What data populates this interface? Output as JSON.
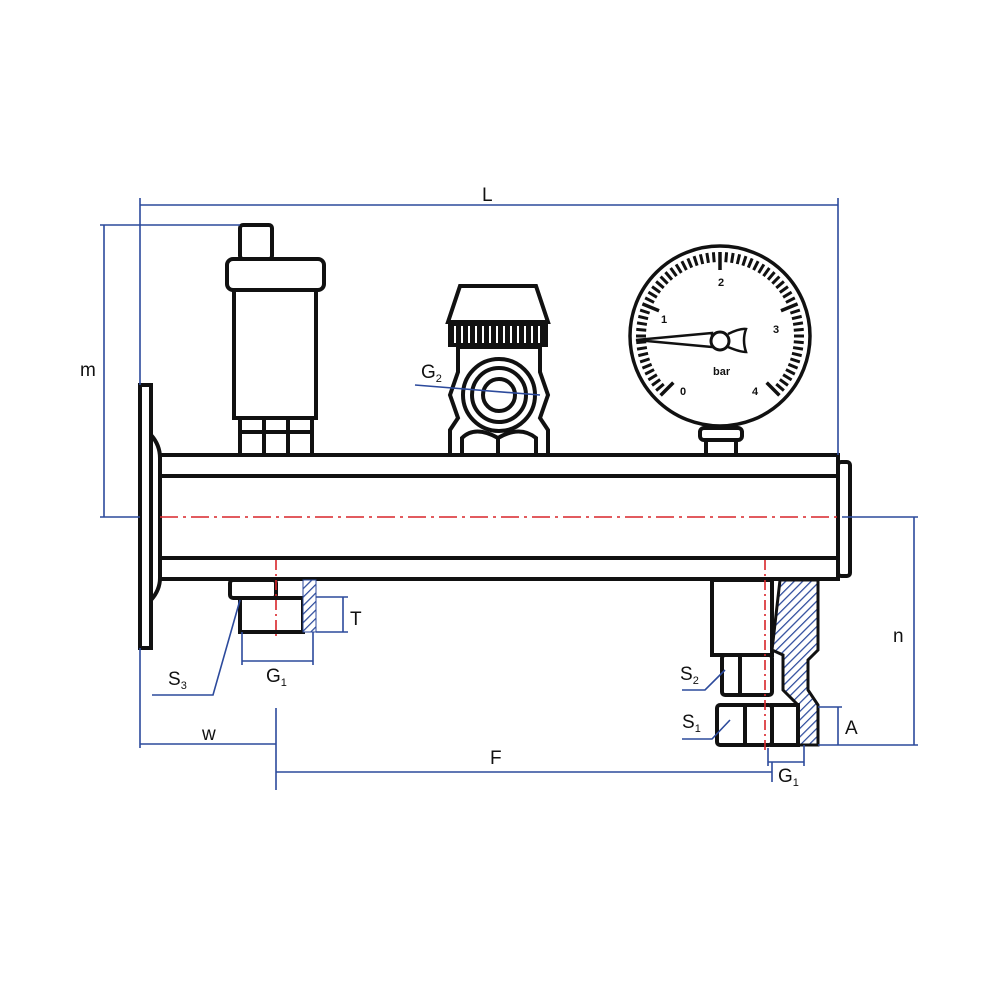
{
  "colors": {
    "outline": "#111111",
    "dimension": "#2c4a9c",
    "centerline": "#d9252a"
  },
  "dimensions": {
    "L": "L",
    "m": "m",
    "n": "n",
    "w": "w",
    "F": "F",
    "T": "T",
    "A": "A",
    "G1_left": {
      "letter": "G",
      "sub": "1"
    },
    "G1_right": {
      "letter": "G",
      "sub": "1"
    },
    "G2": {
      "letter": "G",
      "sub": "2"
    },
    "S1": {
      "letter": "S",
      "sub": "1"
    },
    "S2": {
      "letter": "S",
      "sub": "2"
    },
    "S3": {
      "letter": "S",
      "sub": "3"
    }
  },
  "gauge": {
    "scale": [
      "0",
      "1",
      "2",
      "3",
      "4"
    ],
    "unit": "bar",
    "pointer_value": 0.9,
    "max": 4
  }
}
